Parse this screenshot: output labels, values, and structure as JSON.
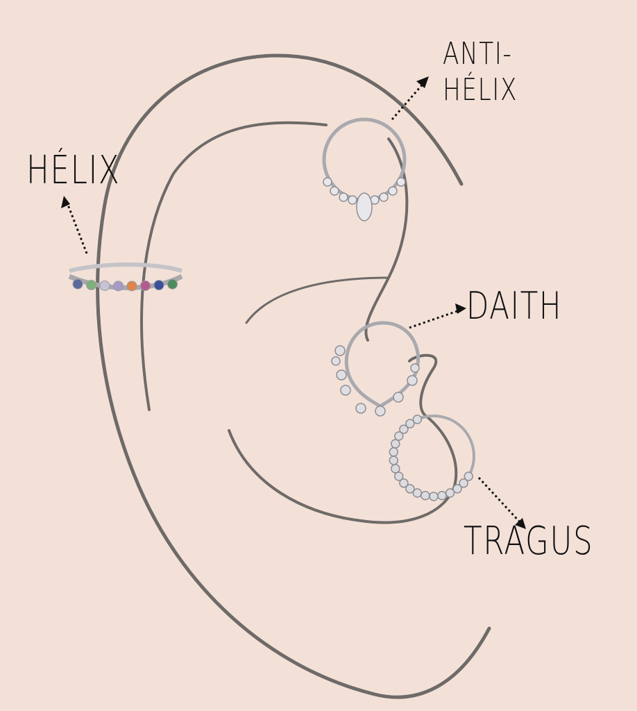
{
  "labels": {
    "anti_helix_line1": "ANTI-",
    "anti_helix_line2": "HÉLIX",
    "helix": "HÉLIX",
    "daith": "DAITH",
    "tragus": "TRAGUS"
  },
  "colors": {
    "background": "#f3e1d8",
    "ear_outline": "#6e6a68",
    "jewelry": "#b9b9bd",
    "text": "#111111"
  },
  "helix_stones": [
    "#5a6b9a",
    "#7fb07a",
    "#c9c3d6",
    "#a79ac7",
    "#e0854a",
    "#b35a8f",
    "#3b4f9a",
    "#4f8a5e"
  ]
}
